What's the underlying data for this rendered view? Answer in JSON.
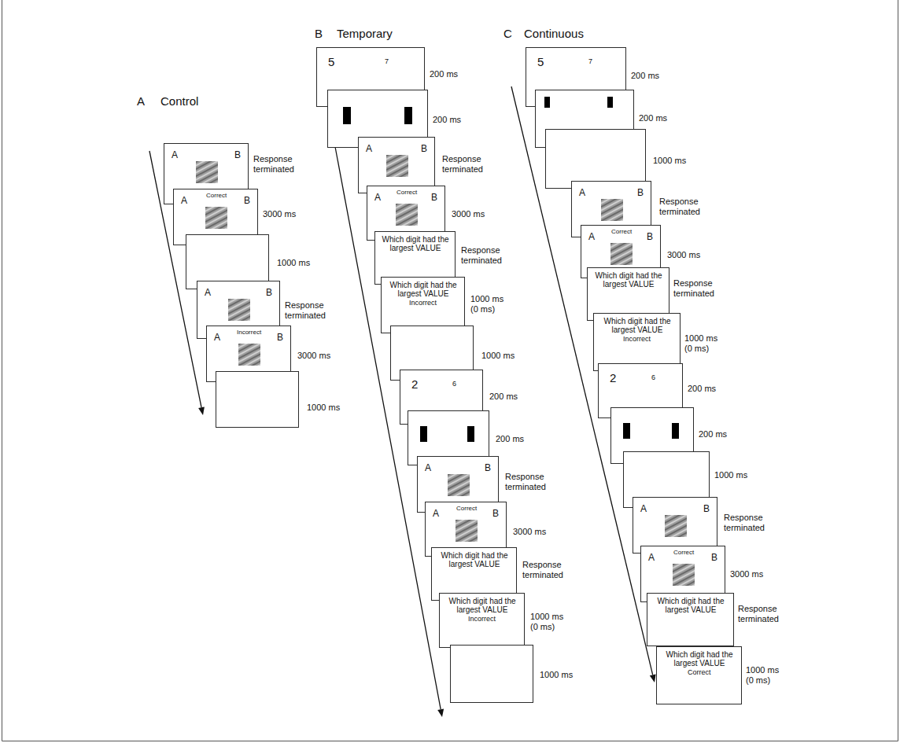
{
  "diagram": {
    "nodes": [
      {
        "text": [
          "A",
          "B"
        ]
      },
      {
        "text": [
          "A",
          "Correct",
          "B"
        ]
      },
      {
        "text": [
          "A",
          "B"
        ]
      },
      {
        "text": [
          "A",
          "Incorrect",
          "B"
        ]
      },
      {
        "text": [
          "5",
          "7"
        ]
      },
      {
        "text": [
          "A",
          "B"
        ]
      },
      {
        "text": [
          "A",
          "Correct",
          "B"
        ]
      },
      {
        "text": [
          "Which digit had the largest VALUE"
        ]
      },
      {
        "text": [
          "Which digit had the largest VALUE",
          "Incorrect"
        ]
      },
      {
        "text": [
          "2",
          "6"
        ]
      },
      {
        "text": [
          "A",
          "B"
        ]
      },
      {
        "text": [
          "A",
          "Correct",
          "B"
        ]
      },
      {
        "text": [
          "Which digit had the largest VALUE"
        ]
      },
      {
        "text": [
          "Which digit had the largest VALUE",
          "Incorrect"
        ]
      },
      {
        "text": [
          "5",
          "7"
        ]
      },
      {
        "text": [
          "A",
          "B"
        ]
      },
      {
        "text": [
          "A",
          "Correct",
          "B"
        ]
      },
      {
        "text": [
          "Which digit had the largest VALUE"
        ]
      },
      {
        "text": [
          "Which digit had the largest VALUE",
          "Incorrect"
        ]
      },
      {
        "text": [
          "2",
          "6"
        ]
      },
      {
        "text": [
          "A",
          "B"
        ]
      },
      {
        "text": [
          "A",
          "Correct",
          "B"
        ]
      },
      {
        "text": [
          "Which digit had the largest VALUE"
        ]
      },
      {
        "text": [
          "Which digit had the largest VALUE",
          "Correct"
        ]
      }
    ],
    "labels": [
      "A",
      "Control",
      "Response terminated",
      "3000 ms",
      "1000 ms",
      "Response terminated",
      "3000 ms",
      "1000 ms",
      "B",
      "Temporary",
      "200 ms",
      "200 ms",
      "Response terminated",
      "3000 ms",
      "Response terminated",
      "1000 ms (0 ms)",
      "1000 ms",
      "200 ms",
      "200 ms",
      "Response terminated",
      "3000 ms",
      "Response terminated",
      "1000 ms (0 ms)",
      "1000 ms",
      "C",
      "Continuous",
      "200 ms",
      "200 ms",
      "1000 ms",
      "Response terminated",
      "3000 ms",
      "Response terminated",
      "1000 ms (0 ms)",
      "200 ms",
      "200 ms",
      "1000 ms",
      "Response terminated",
      "3000 ms",
      "Response terminated",
      "1000 ms (0 ms)"
    ]
  }
}
